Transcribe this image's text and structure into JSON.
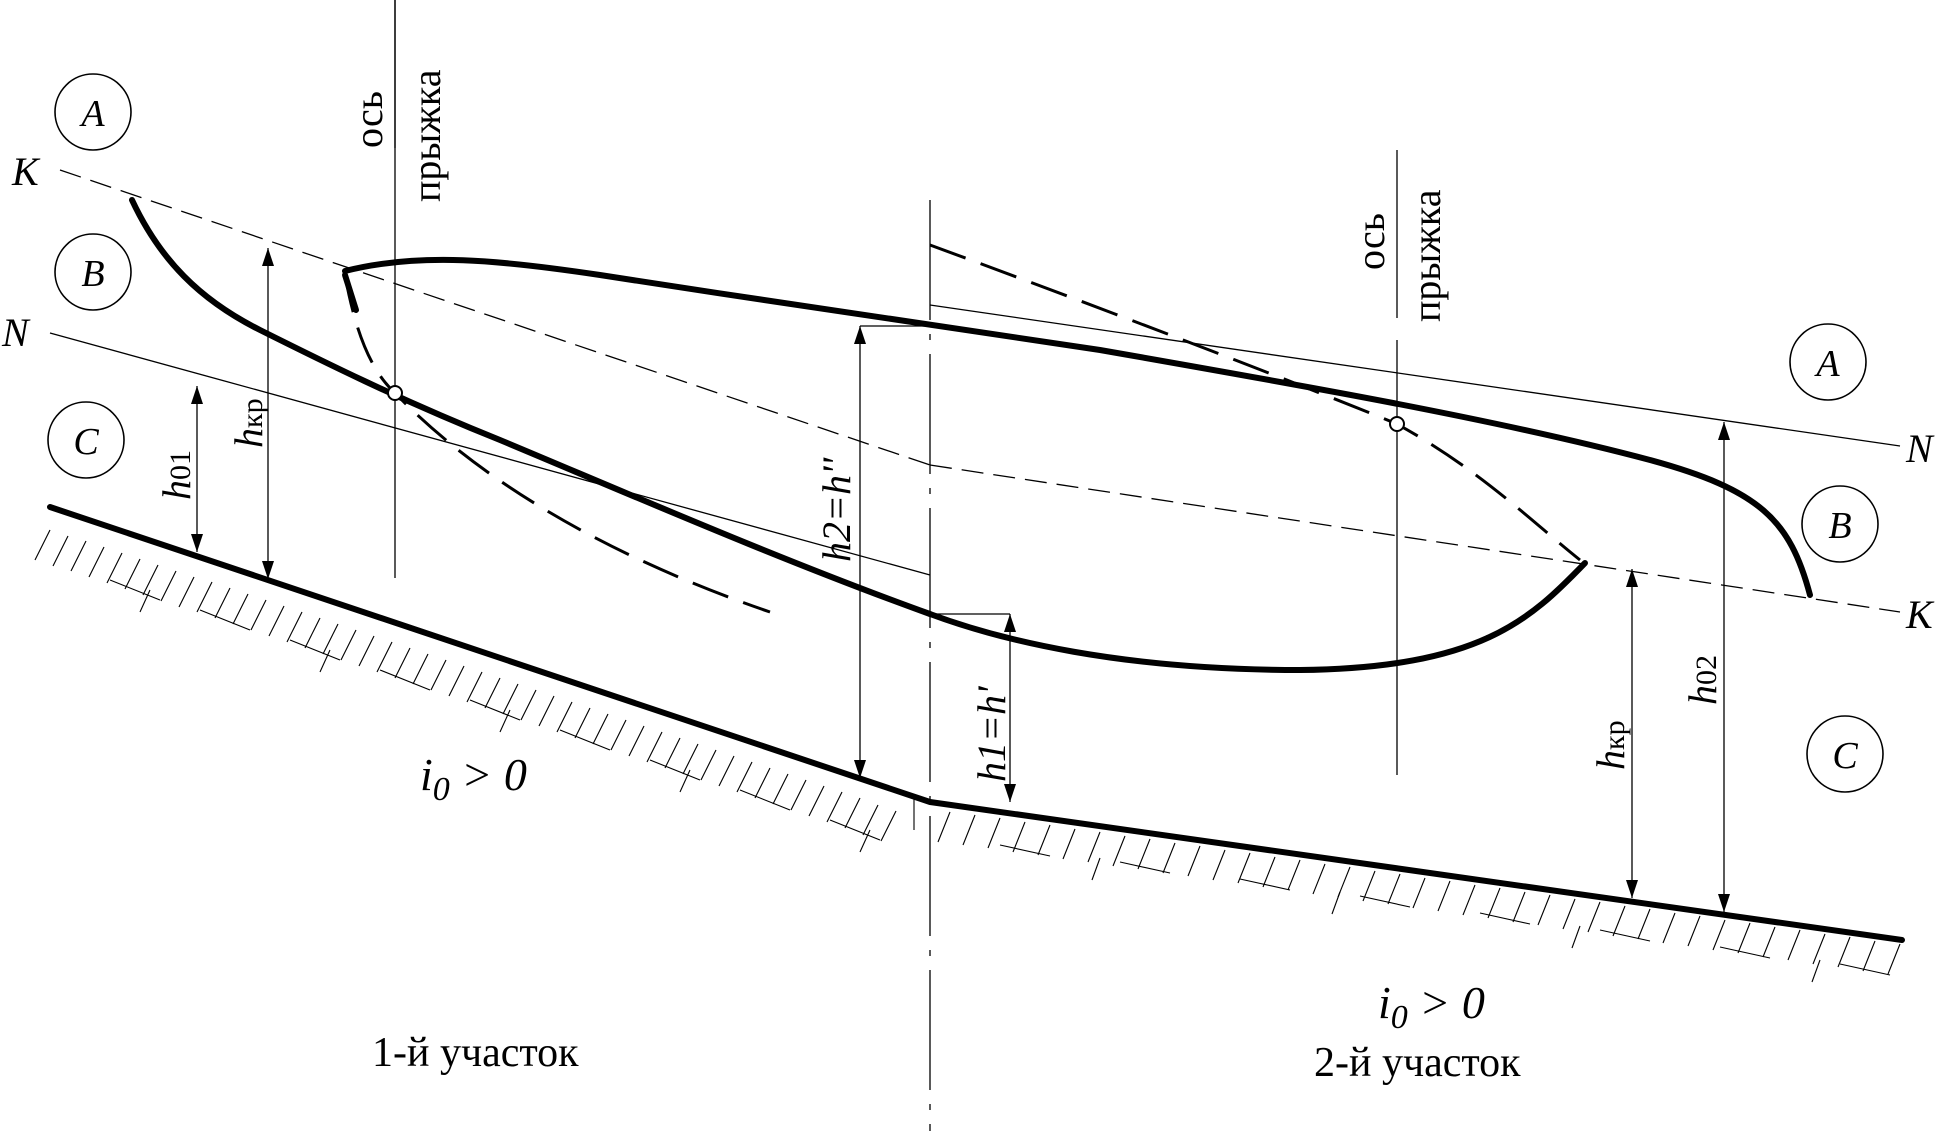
{
  "zones_left": {
    "A": "A",
    "B": "B",
    "C": "C"
  },
  "zones_right": {
    "A": "A",
    "B": "B",
    "C": "C"
  },
  "lines_left": {
    "K": "K",
    "N": "N"
  },
  "lines_right": {
    "K": "K",
    "N": "N"
  },
  "jump_axis_left": {
    "line1": "ось",
    "line2": "прыжка"
  },
  "jump_axis_right": {
    "line1": "ось",
    "line2": "прыжка"
  },
  "depths": {
    "h01": {
      "base": "h",
      "sub": "01"
    },
    "hkr_left": {
      "base": "h",
      "sub": "кр"
    },
    "h2": {
      "text": "h2=h''"
    },
    "h1": {
      "text": "h1=h'"
    },
    "hkr_right": {
      "base": "h",
      "sub": "кр"
    },
    "h02": {
      "base": "h",
      "sub": "02"
    }
  },
  "slopes": {
    "left": {
      "base": "i",
      "sub": "0",
      "rel": " > 0"
    },
    "right": {
      "base": "i",
      "sub": "0",
      "rel": " > 0"
    }
  },
  "sections": {
    "first": "1-й участок",
    "second": "2-й участок"
  }
}
